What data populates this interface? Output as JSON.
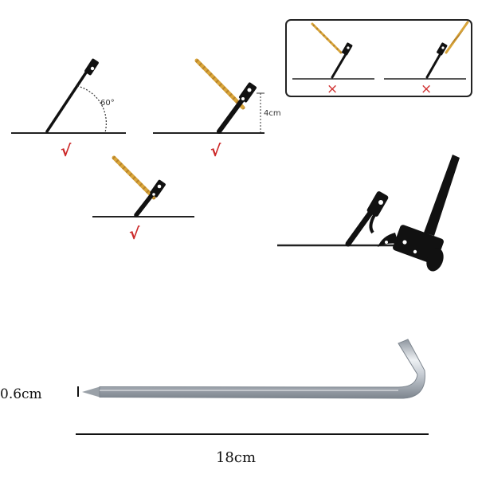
{
  "labels": {
    "angle": "60°",
    "height": "4cm",
    "diameter": "0.6cm",
    "length": "18cm"
  },
  "marks": {
    "correct": "√",
    "wrong": "×"
  },
  "colors": {
    "rope": "#d9a53a",
    "peg": "#111111",
    "check": "#cc2a2a",
    "cross": "#d03030",
    "metal_light": "#eef1f4",
    "metal_mid": "#c5cbd2",
    "metal_dark": "#8d959e",
    "ground": "#222222"
  },
  "icons": {
    "correct": "check-mark-icon",
    "wrong": "cross-mark-icon"
  }
}
